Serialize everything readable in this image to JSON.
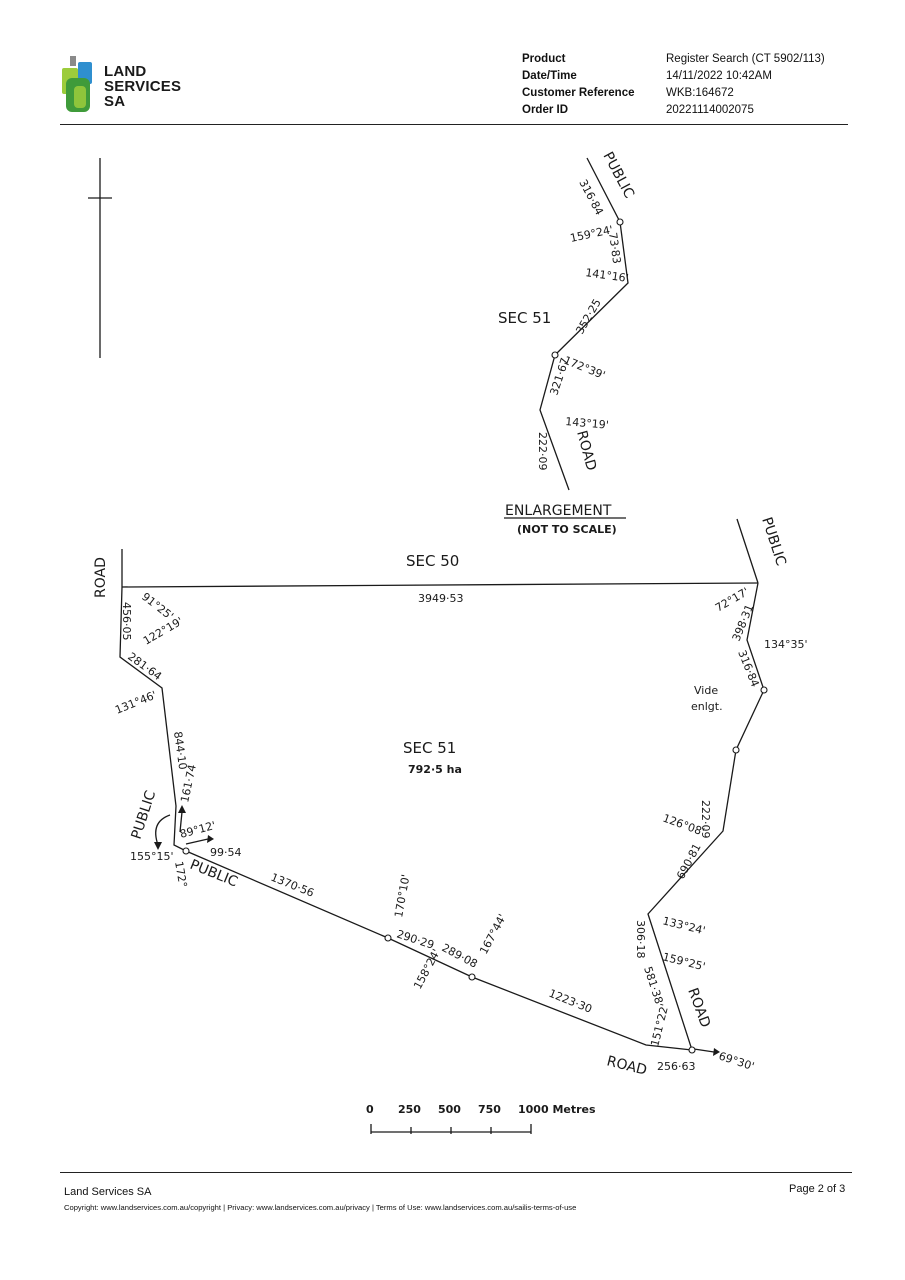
{
  "header": {
    "logo_lines": [
      "LAND",
      "SERVICES",
      "SA"
    ],
    "fields": [
      {
        "label": "Product",
        "value": "Register Search (CT 5902/113)"
      },
      {
        "label": "Date/Time",
        "value": "14/11/2022 10:42AM"
      },
      {
        "label": "Customer Reference",
        "value": "WKB:164672"
      },
      {
        "label": "Order ID",
        "value": "20221114002075"
      }
    ],
    "logo_colors": {
      "green_dark": "#3f9b3a",
      "green_light": "#9ccc3c",
      "blue": "#2f8fcf",
      "gray": "#8a8a8a"
    }
  },
  "enlargement": {
    "labels": {
      "public": "PUBLIC",
      "d1": "316·84",
      "a1": "159°24'",
      "d2": "73·83",
      "a2": "141°16'",
      "sec": "SEC 51",
      "d3": "352·25",
      "a3": "172°39'",
      "d4": "321·67",
      "a4": "143°19'",
      "d5": "222·09",
      "road": "ROAD"
    },
    "title": "ENLARGEMENT",
    "subtitle": "(NOT TO SCALE)"
  },
  "plan": {
    "sec50": "SEC 50",
    "sec51": "SEC 51",
    "area": "792·5 ha",
    "labels": {
      "road_left": "ROAD",
      "public_top_right": "PUBLIC",
      "top_boundary": "3949·53",
      "nw_angle": "91°25'",
      "nw_dist": "456·05",
      "a_122": "122°19'",
      "d_281": "281·64",
      "a_131": "131°46'",
      "d_844": "844·10",
      "d_161": "161·74",
      "public_left": "PUBLIC",
      "a_89": "89°12'",
      "a_155": "155°15'",
      "d_99": "99·54",
      "a_172": "172°",
      "public_bottom": "PUBLIC",
      "d_1370": "1370·56",
      "a_170": "170°10'",
      "d_290": "290·29",
      "a_158": "158°24'",
      "d_289": "289·08",
      "a_167": "167°44'",
      "d_1223": "1223·30",
      "road_bottom": "ROAD",
      "d_256": "256·63",
      "a_69": "69°30'",
      "a_151": "151°22'",
      "d_581": "581·38",
      "road_right": "ROAD",
      "a_159": "159°25'",
      "d_306": "306·18",
      "a_133": "133°24'",
      "d_690": "690·81",
      "a_126": "126°08'",
      "d_222": "222·09",
      "vide": "Vide",
      "enlgt": "enlgt.",
      "d_316": "316·84",
      "a_134": "134°35'",
      "d_398": "398·31",
      "a_72": "72°17'"
    }
  },
  "scale": {
    "ticks": [
      "0",
      "250",
      "500",
      "750",
      "1000 Metres"
    ]
  },
  "footer": {
    "org": "Land Services SA",
    "copyright": "Copyright: www.landservices.com.au/copyright | Privacy: www.landservices.com.au/privacy | Terms of Use: www.landservices.com.au/sailis-terms-of-use",
    "page": "Page 2 of 3"
  }
}
